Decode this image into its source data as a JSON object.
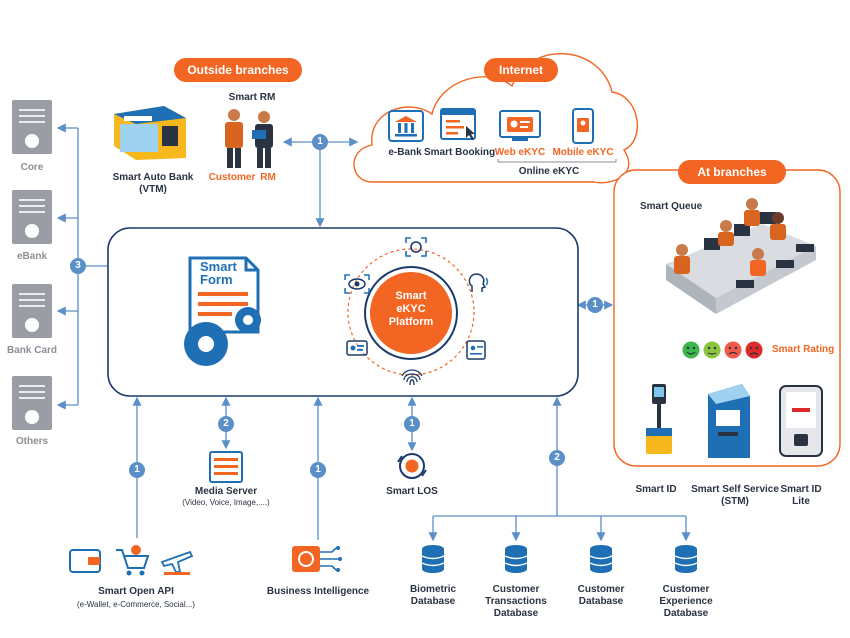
{
  "badges": {
    "outside": "Outside branches",
    "internet": "Internet",
    "at_branches": "At branches"
  },
  "servers": [
    {
      "label": "Core"
    },
    {
      "label": "eBank"
    },
    {
      "label": "Bank  Card"
    },
    {
      "label": "Others"
    }
  ],
  "outside": {
    "vtm_label": "Smart Auto Bank\n(VTM)",
    "smart_rm": "Smart RM",
    "customer": "Customer",
    "rm": "RM"
  },
  "internet": {
    "items": [
      {
        "label": "e-Bank",
        "color": "#2a3342"
      },
      {
        "label": "Smart Booking",
        "color": "#2a3342"
      },
      {
        "label": "Web eKYC",
        "color": "#f26522"
      },
      {
        "label": "Mobile eKYC",
        "color": "#f26522"
      }
    ],
    "online": "Online eKYC"
  },
  "platform": {
    "form_title": "Smart\nForm",
    "ekyc": "Smart\neKYC\nPlatform"
  },
  "branches": {
    "queue": "Smart Queue",
    "rating": "Smart Rating",
    "smart_id": "Smart ID",
    "stm": "Smart Self Service\n(STM)",
    "smart_id_lite": "Smart ID\nLite",
    "rating_colors": [
      "#3cb54a",
      "#8cc63f",
      "#f15a4a",
      "#e02a2a"
    ]
  },
  "media": {
    "title": "Media Server",
    "sub": "(Video, Voice, Image,....)"
  },
  "los": "Smart LOS",
  "open_api": {
    "title": "Smart Open API",
    "sub": "(e-Wallet,  e-Commerce,  Social...)"
  },
  "bi": "Business Intelligence",
  "databases": [
    {
      "label": "Biometric\nDatabase"
    },
    {
      "label": "Customer Transactions\nDatabase"
    },
    {
      "label": "Customer\nDatabase"
    },
    {
      "label": "Customer Experience\nDatabase"
    }
  ],
  "numbers": {
    "n1": "1",
    "n2": "2",
    "n3": "3"
  },
  "colors": {
    "orange": "#f26522",
    "blue": "#1f6fb5",
    "line": "#5b8fc7",
    "navy": "#1b3a6b",
    "badge": "#5b8fc7"
  }
}
